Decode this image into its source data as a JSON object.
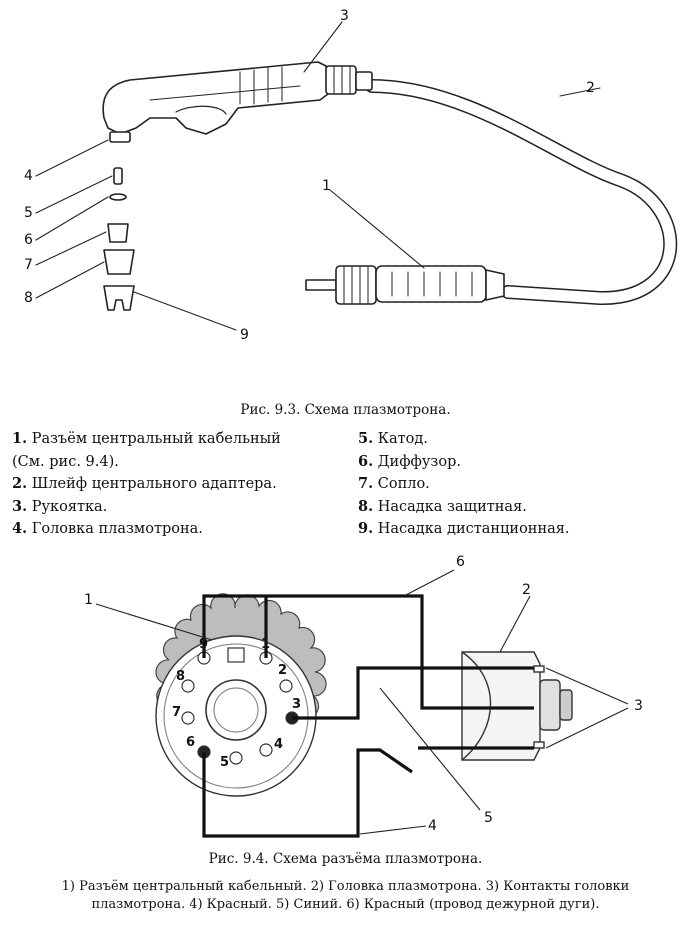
{
  "figure1": {
    "caption": "Рис. 9.3. Схема плазмотрона.",
    "callouts": [
      "1",
      "2",
      "3",
      "4",
      "5",
      "6",
      "7",
      "8",
      "9"
    ],
    "legend_left": [
      {
        "num": "1.",
        "text": "Разъём центральный кабельный"
      },
      {
        "num": "",
        "text": "(См. рис. 9.4)."
      },
      {
        "num": "2.",
        "text": "Шлейф центрального адаптера."
      },
      {
        "num": "3.",
        "text": "Рукоятка."
      },
      {
        "num": "4.",
        "text": "Головка плазмотрона."
      }
    ],
    "legend_right": [
      {
        "num": "5.",
        "text": "Катод."
      },
      {
        "num": "6.",
        "text": "Диффузор."
      },
      {
        "num": "7.",
        "text": "Сопло."
      },
      {
        "num": "8.",
        "text": "Насадка защитная."
      },
      {
        "num": "9.",
        "text": "Насадка дистанционная."
      }
    ]
  },
  "figure2": {
    "caption": "Рис. 9.4. Схема разъёма плазмотрона.",
    "callouts": [
      "1",
      "2",
      "3",
      "4",
      "5",
      "6"
    ],
    "pins": [
      "1",
      "2",
      "3",
      "4",
      "5",
      "6",
      "7",
      "8",
      "9"
    ],
    "footnote_line1": "1) Разъём центральный кабельный.   2) Головка плазмотрона.   3) Контакты головки",
    "footnote_line2": "плазмотрона.   4) Красный.   5) Синий.   6) Красный (провод дежурной дуги)."
  }
}
